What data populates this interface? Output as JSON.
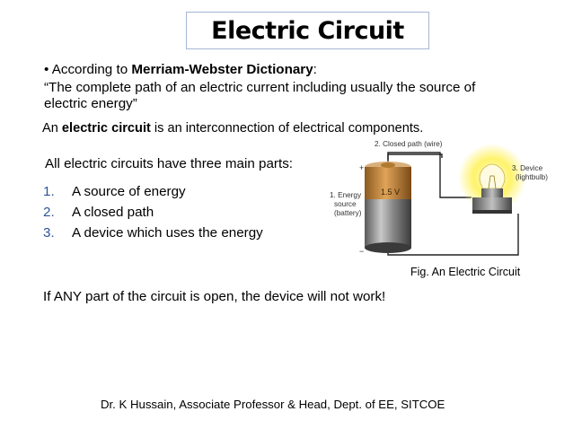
{
  "title": "Electric Circuit",
  "definition": {
    "bullet": "•",
    "prefix": "According to ",
    "source": "Merriam-Webster Dictionary",
    "suffix": ":",
    "quote_line1": "“The complete path of an electric current including usually the source of",
    "quote_line2": "electric energy”"
  },
  "statement": {
    "prefix": "An ",
    "bold": "electric circuit",
    "suffix": " is an interconnection of electrical components."
  },
  "parts_intro": "All electric circuits have three main parts:",
  "parts": [
    {
      "number": "1.",
      "text": "A source of energy"
    },
    {
      "number": "2.",
      "text": "A closed path"
    },
    {
      "number": "3.",
      "text": "A device which uses the energy"
    }
  ],
  "open_circuit_note": "If ANY part of the circuit is open,  the device will not work!",
  "figure": {
    "caption": "Fig. An Electric Circuit",
    "label_path": "2. Closed path (wire)",
    "label_device_line1": "3. Device",
    "label_device_line2": "(lightbulb)",
    "label_source_line1": "1. Energy",
    "label_source_line2": "source",
    "label_source_line3": "(battery)",
    "battery_voltage": "1.5 V",
    "plus_sign": "+",
    "minus_sign": "−"
  },
  "footer": "Dr. K Hussain, Associate Professor & Head, Dept. of EE, SITCOE",
  "colors": {
    "list_number": "#2f5597",
    "title_border": "#a6b6d6",
    "battery_copper": "#c98b3a",
    "bulb_glow": "#fff36b"
  }
}
